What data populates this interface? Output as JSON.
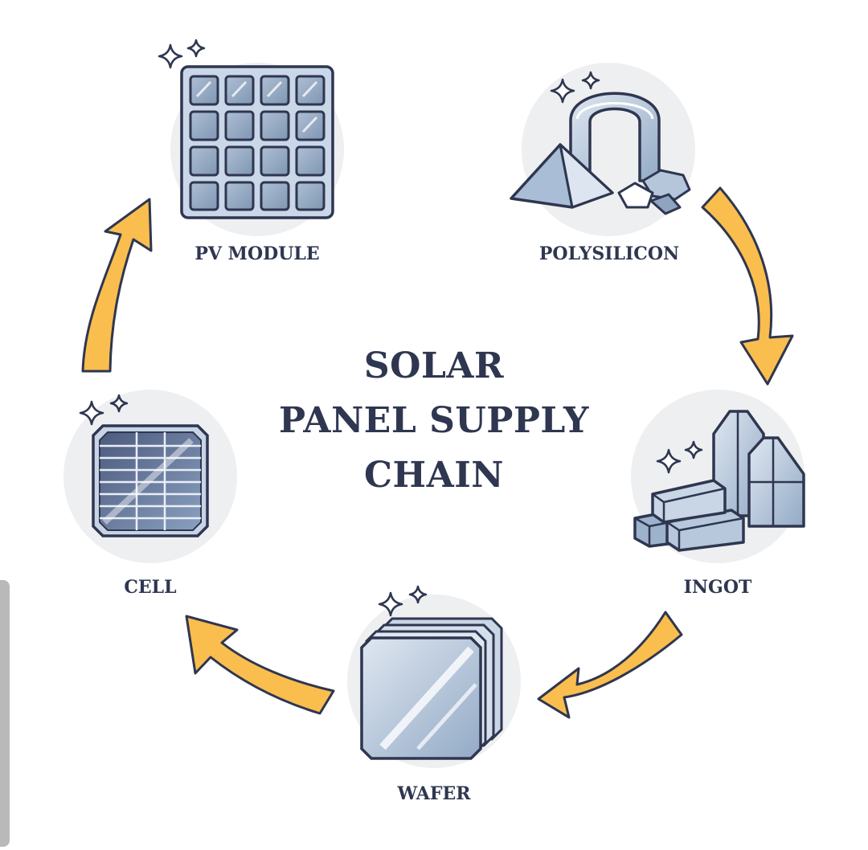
{
  "title": {
    "line1": "SOLAR",
    "line2": "PANEL SUPPLY",
    "line3": "CHAIN"
  },
  "stages": {
    "polysilicon": "POLYSILICON",
    "ingot": "INGOT",
    "wafer": "WAFER",
    "cell": "CELL",
    "pv_module": "PV MODULE"
  },
  "icons": {
    "polysilicon": "polysilicon-rod-and-chunks-icon",
    "ingot": "ingot-crystals-and-bars-icon",
    "wafer": "stacked-wafers-icon",
    "cell": "solar-cell-icon",
    "pv_module": "pv-module-grid-icon",
    "arrows": "cycle-arrow-icon",
    "sparkle": "sparkle-icon"
  },
  "colors": {
    "arrow_fill": "#f9be4e",
    "outline": "#2f3650",
    "circle_bg": "#eeeff1",
    "metal_blue": "#a9bed6",
    "text": "#2f3650"
  }
}
